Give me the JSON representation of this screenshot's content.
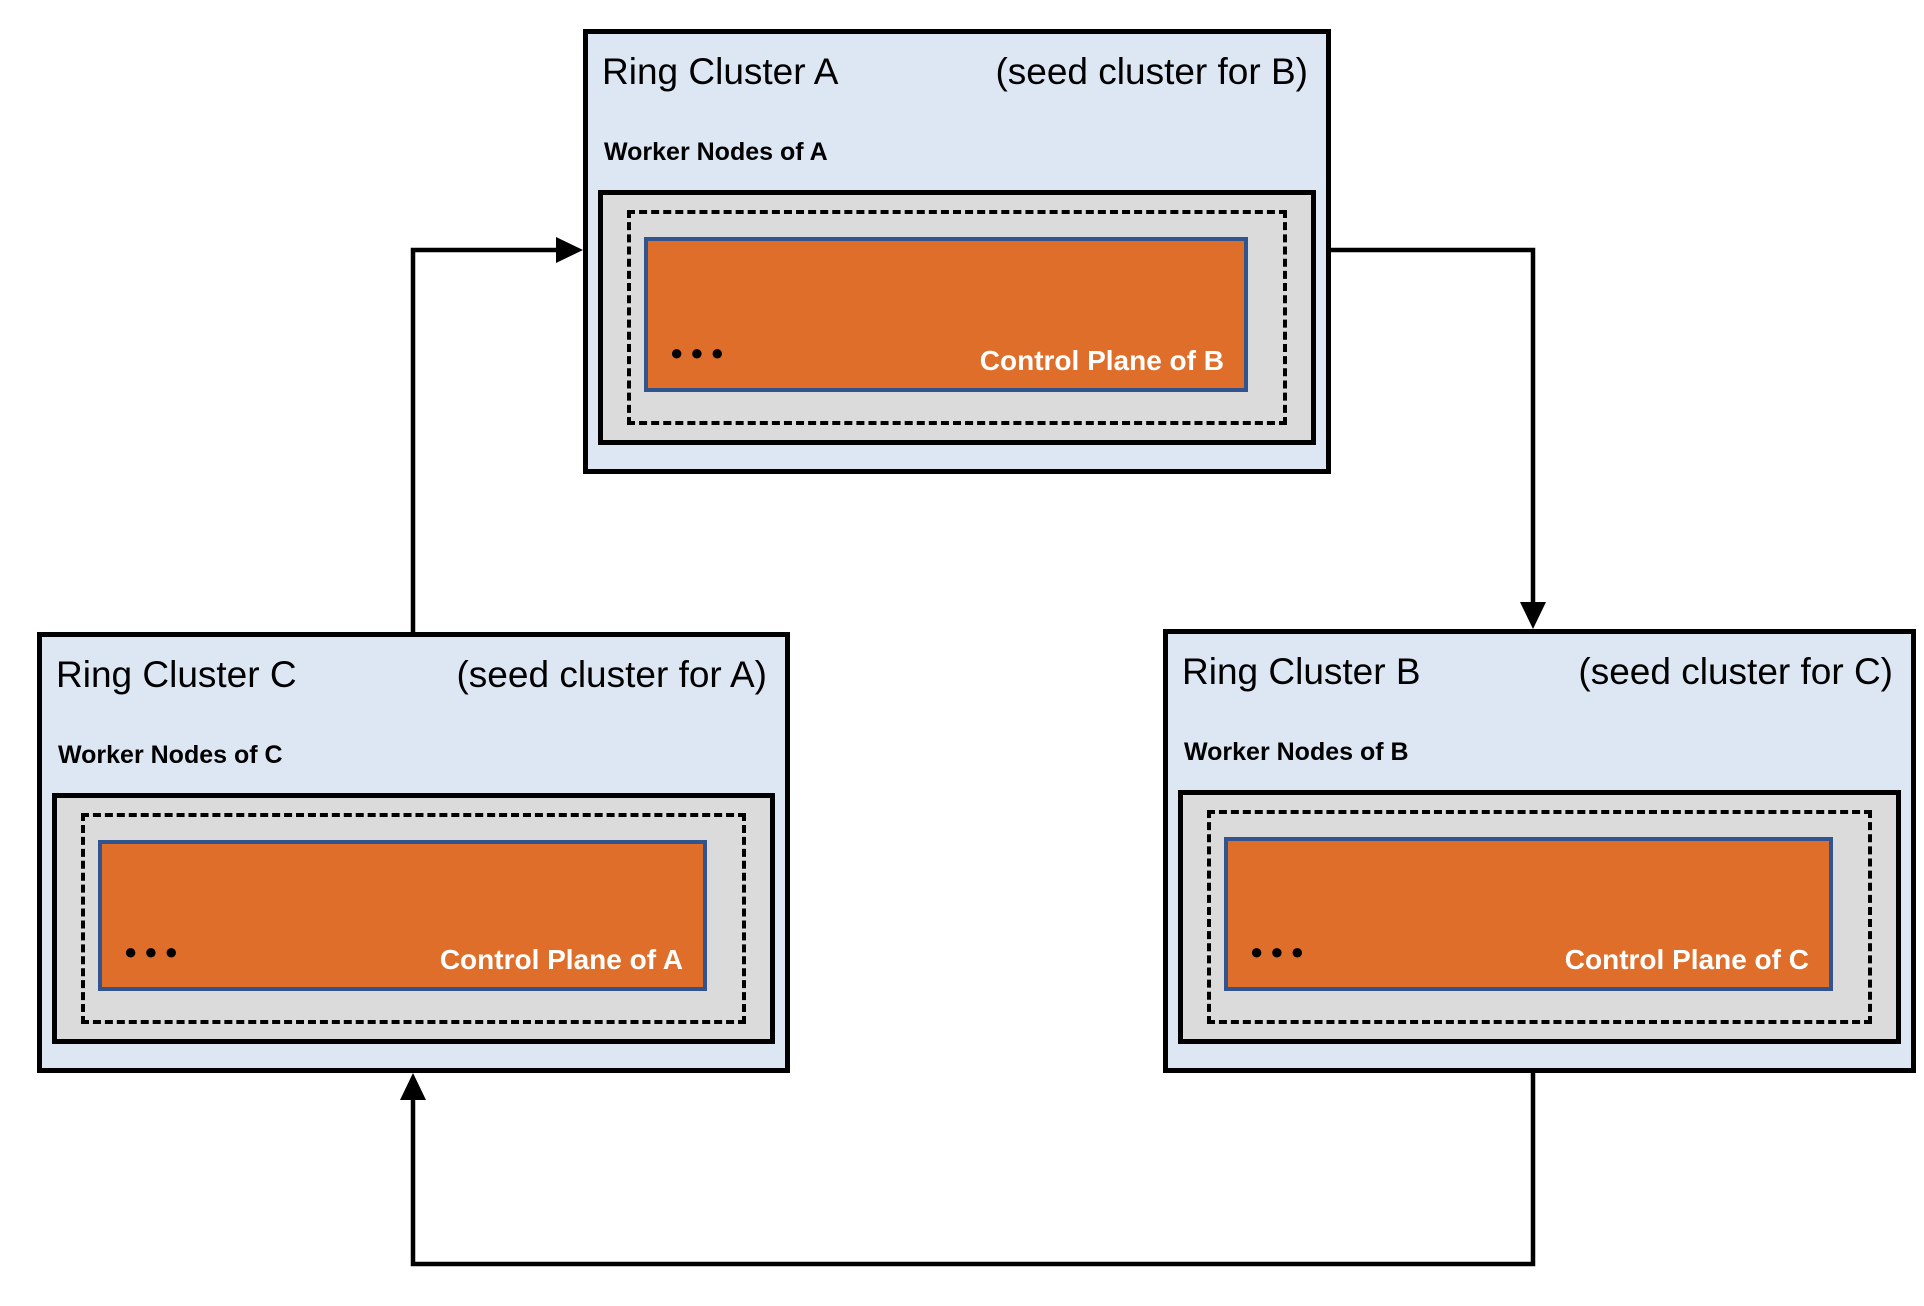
{
  "diagram": {
    "clusters": [
      {
        "id": "A",
        "title": "Ring Cluster A",
        "seed_note": "(seed cluster for B)",
        "worker_label": "Worker Nodes of A",
        "control_plane_label": "Control Plane of B",
        "dots": "●●●"
      },
      {
        "id": "C",
        "title": "Ring Cluster C",
        "seed_note": "(seed cluster for A)",
        "worker_label": "Worker Nodes of C",
        "control_plane_label": "Control Plane of A",
        "dots": "●●●"
      },
      {
        "id": "B",
        "title": "Ring Cluster B",
        "seed_note": "(seed cluster for C)",
        "worker_label": "Worker Nodes of B",
        "control_plane_label": "Control Plane of C",
        "dots": "●●●"
      }
    ],
    "connections": [
      {
        "from": "C",
        "to": "A"
      },
      {
        "from": "A",
        "to": "B"
      },
      {
        "from": "B",
        "to": "C"
      }
    ],
    "colors": {
      "cluster_bg": "#DCE7F3",
      "worker_bg": "#DBDBDB",
      "control_bg": "#DF6E2A",
      "control_border": "#32548E",
      "line": "#000000"
    }
  }
}
